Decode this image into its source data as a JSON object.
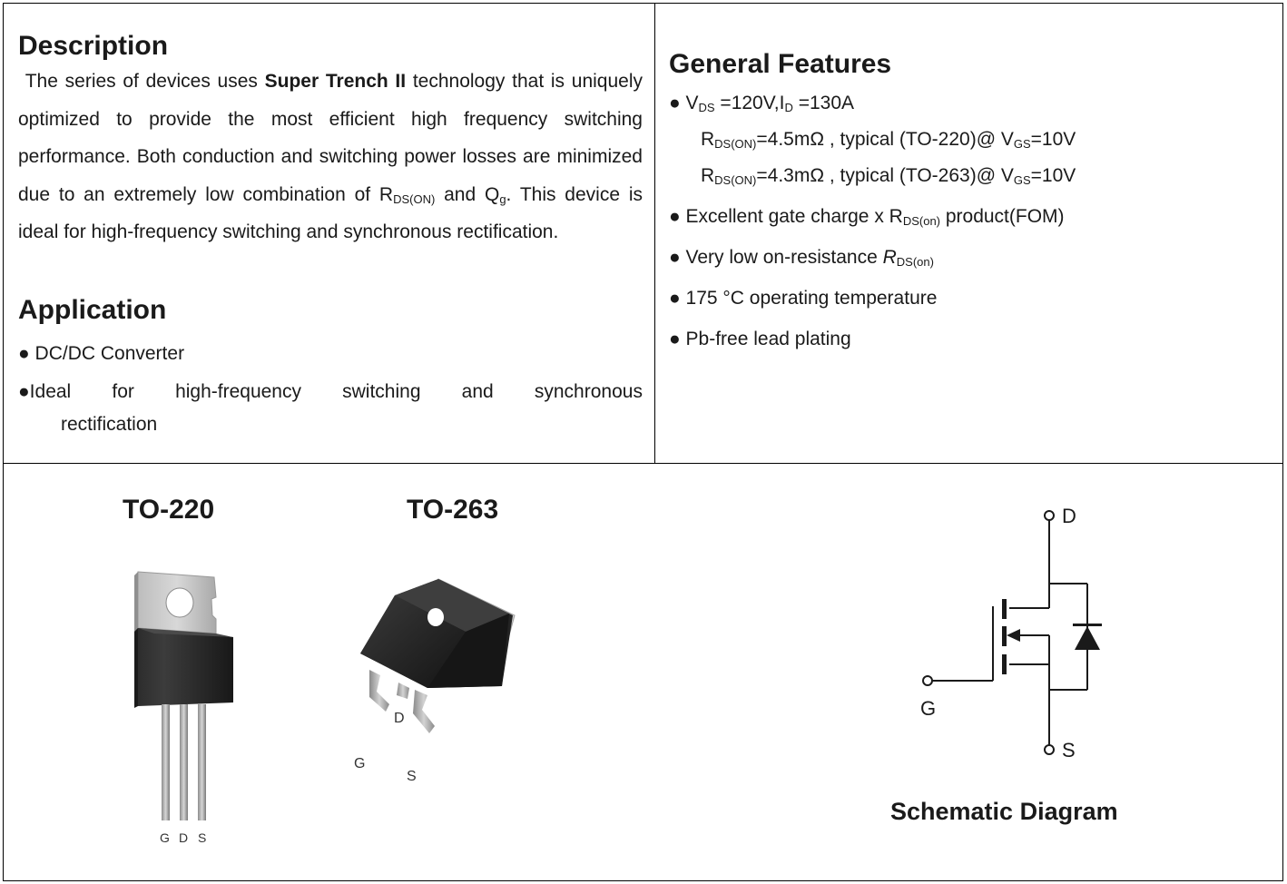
{
  "description": {
    "title": "Description",
    "p_1": "The series of devices uses ",
    "p_bold": "Super Trench II",
    "p_2": " technology that is uniquely optimized to provide the most efficient high frequency switching performance. Both conduction and switching power losses are minimized due to an extremely low combination of ",
    "p_r": "R",
    "p_r_sub": "DS(ON)",
    "p_and": " and Q",
    "p_q_sub": "g",
    "p_3": ". This device is ideal for high-frequency switching and synchronous rectification."
  },
  "application": {
    "title": "Application",
    "bullet": "●",
    "item_1": " DC/DC Converter",
    "item_2_words": [
      "●Ideal",
      "for",
      "high-frequency",
      "switching",
      "and",
      "synchronous"
    ],
    "item_2_cont": "rectification"
  },
  "features": {
    "title": "General Features",
    "bullet": "●",
    "f1_v": " V",
    "f1_v_sub": "DS",
    "f1_mid": " =120V,I",
    "f1_i_sub": "D",
    "f1_end": " =130A",
    "f2_r": "R",
    "f2_r_sub": "DS(ON)",
    "f2_text": "=4.5mΩ , typical (TO-220)@ V",
    "f2_v_sub": "GS",
    "f2_end": "=10V",
    "f3_r": "R",
    "f3_r_sub": "DS(ON)",
    "f3_text": "=4.3mΩ , typical (TO-263)@ V",
    "f3_v_sub": "GS",
    "f3_end": "=10V",
    "f4_text": " Excellent gate charge x R",
    "f4_sub": "DS(on)",
    "f4_end": " product(FOM)",
    "f5_text": " Very low on-resistance ",
    "f5_r": "R",
    "f5_sub": "DS(on)",
    "f6_text": " 175 °C operating temperature",
    "f7_text": " Pb-free lead plating"
  },
  "packages": {
    "to220_title": "TO-220",
    "to263_title": "TO-263",
    "to220_pins": [
      "G",
      "D",
      "S"
    ],
    "to263_pin_g": "G",
    "to263_pin_d": "D",
    "to263_pin_s": "S"
  },
  "schematic": {
    "title": "Schematic Diagram",
    "label_d": "D",
    "label_g": "G",
    "label_s": "S"
  }
}
